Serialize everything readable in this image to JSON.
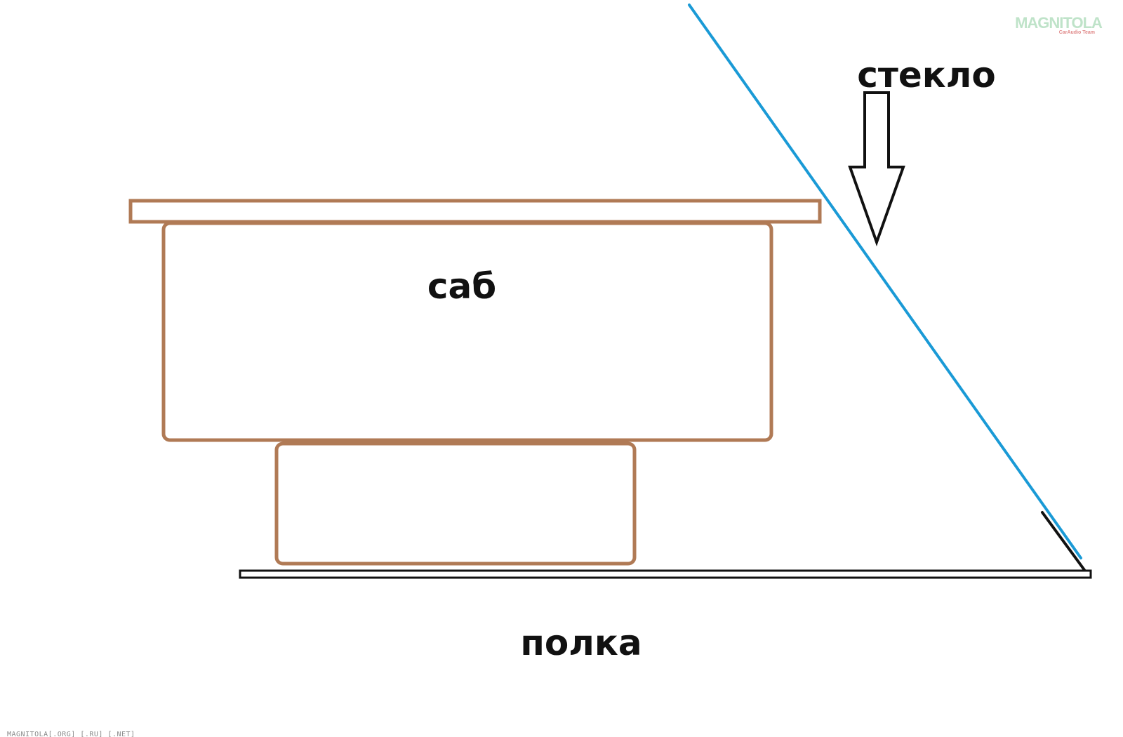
{
  "labels": {
    "glass": "стекло",
    "sub": "саб",
    "shelf": "полка"
  },
  "watermark": {
    "footer_text": "MAGNITOLA[.ORG] [.RU] [.NET]",
    "logo_text": "MAGNITOLA",
    "logo_subtext": "CarAudio Team"
  },
  "colors": {
    "wood": "#b07a55",
    "glass": "#1a9ad6",
    "ink": "#111111",
    "background": "#ffffff"
  }
}
